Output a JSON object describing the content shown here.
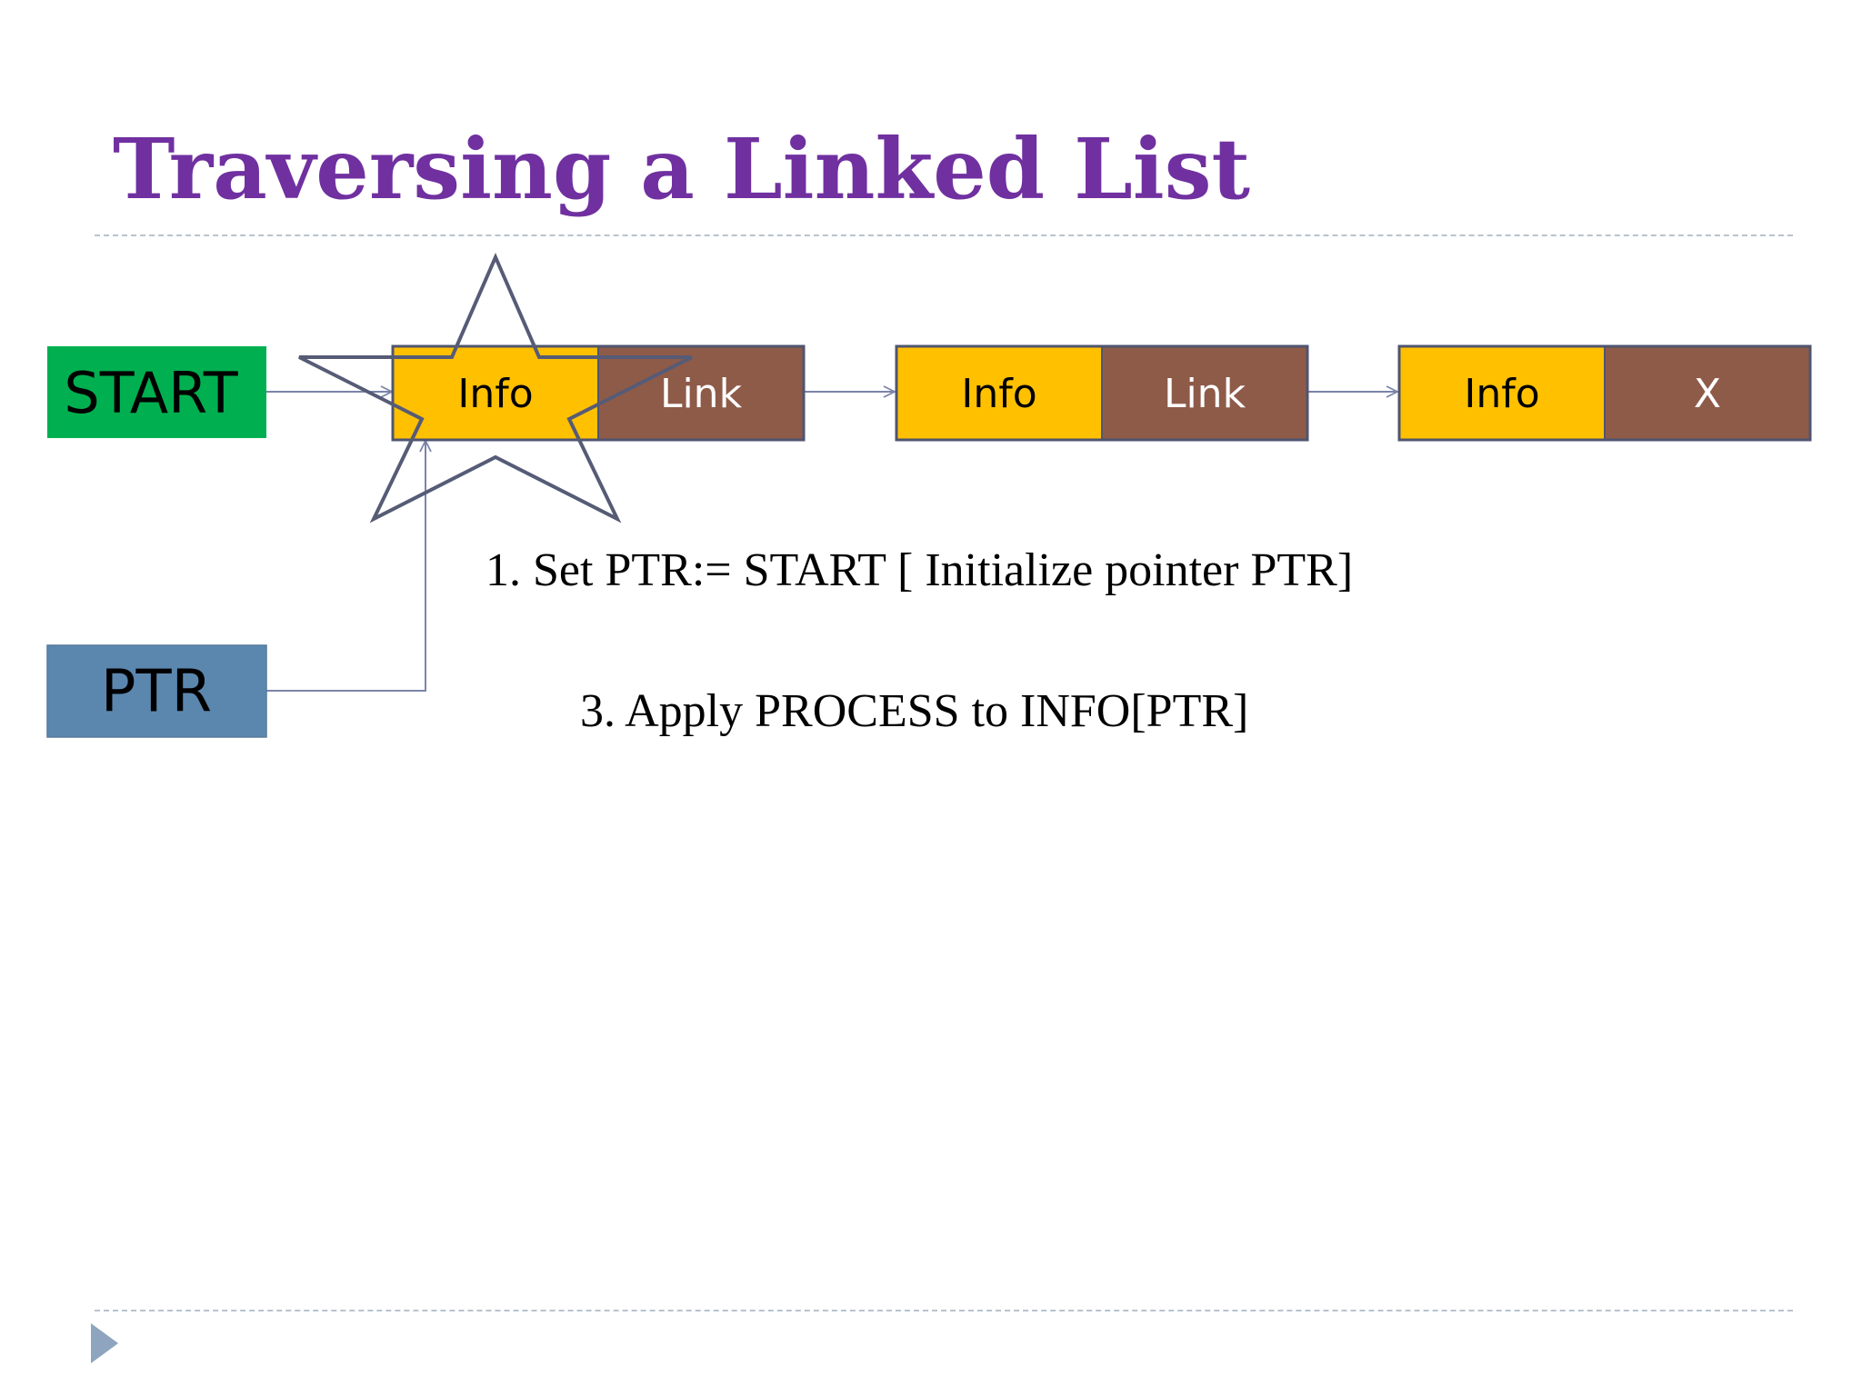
{
  "slide": {
    "title": "Traversing a Linked List",
    "title_color": "#7030a0"
  },
  "diagram": {
    "start_label": "START",
    "ptr_label": "PTR",
    "nodes": [
      {
        "info": "Info",
        "link": "Link"
      },
      {
        "info": "Info",
        "link": "Link"
      },
      {
        "info": "Info",
        "link": "X"
      }
    ],
    "colors": {
      "start": "#00b050",
      "ptr": "#5b87af",
      "info": "#ffc000",
      "link": "#8e5b49",
      "outline": "#4f5570",
      "arrow": "#7b84a8"
    }
  },
  "steps": [
    "1. Set PTR:= START [ Initialize pointer PTR]",
    "3. Apply PROCESS to INFO[PTR]"
  ]
}
